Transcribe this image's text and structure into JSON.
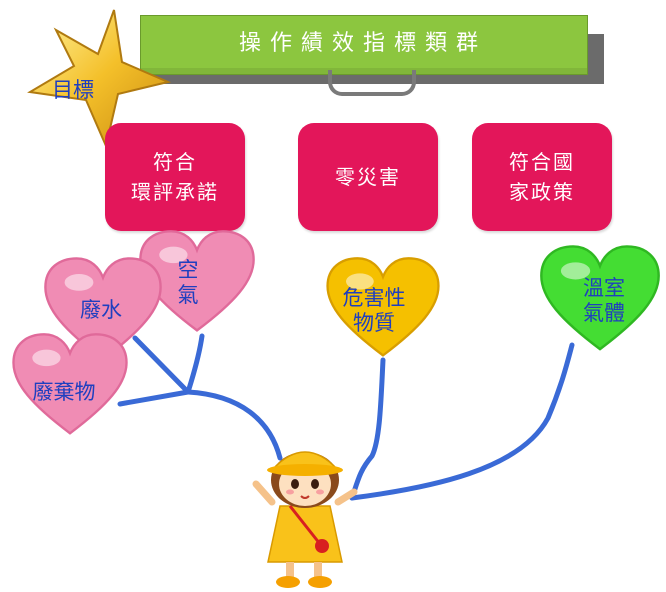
{
  "banner": {
    "title": "操作績效指標類群"
  },
  "goal_star": {
    "label": "目標",
    "icon": "gold-star-icon"
  },
  "goals": [
    {
      "label": "符合\n環評承諾"
    },
    {
      "label": "零災害"
    },
    {
      "label": "符合國\n家政策"
    }
  ],
  "categories": [
    {
      "label": "廢水",
      "color": "#f08cb4"
    },
    {
      "label": "空\n氣",
      "color": "#f08cb4"
    },
    {
      "label": "廢棄物",
      "color": "#f08cb4"
    },
    {
      "label": "危害性\n物質",
      "color": "#f5c000"
    },
    {
      "label": "溫室\n氣體",
      "color": "#44dd33"
    }
  ],
  "colors": {
    "banner": "#8cc63f",
    "goal_box": "#e3165a",
    "branch": "#3a6ad6",
    "label_text": "#1f3fbf"
  },
  "mascot": {
    "icon": "girl-mascot-icon"
  }
}
